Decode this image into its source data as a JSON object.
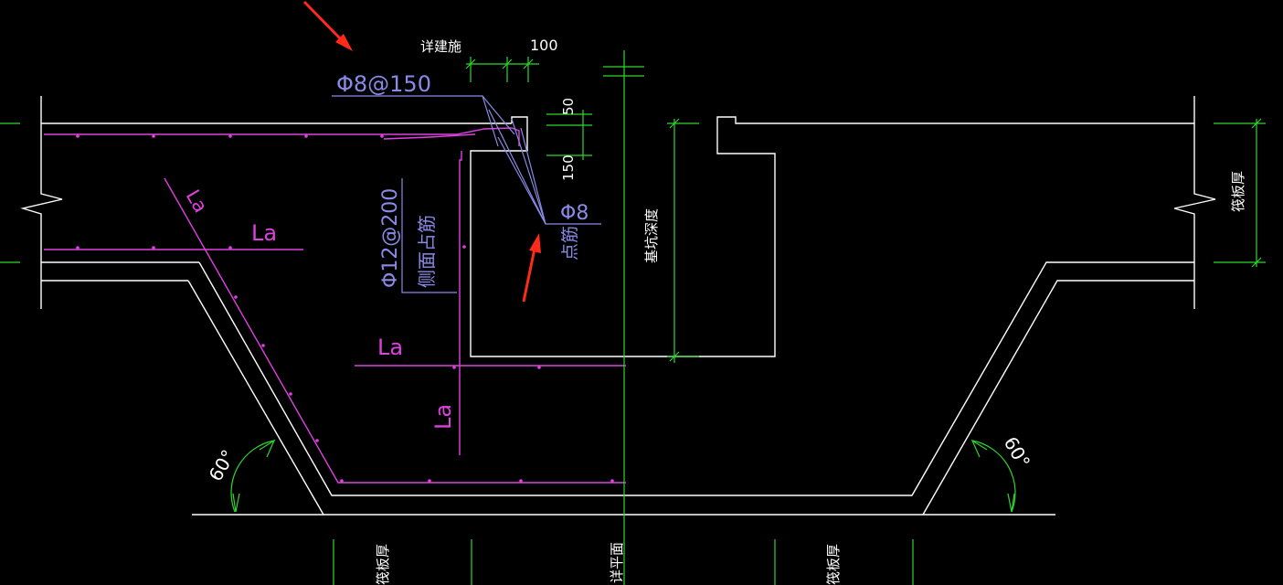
{
  "labels": {
    "see_arch": "详建施",
    "dim_100": "100",
    "rebar_top": "Φ8@150",
    "dim_50": "50",
    "dim_150": "150",
    "rebar_side_1": "Φ12@200",
    "rebar_side_2": "侧面占筋",
    "rebar_dot_1": "Φ8",
    "rebar_dot_2": "点筋",
    "pit_depth": "基坑深度",
    "raft_thickness_right": "筏板厚",
    "la_diag": "La",
    "la_1": "La",
    "la_2": "La",
    "la_vert": "La",
    "angle_left": "60°",
    "angle_right": "60°",
    "bottom_left": "筏板厚",
    "bottom_mid": "详平面",
    "bottom_right": "筏板厚"
  },
  "colors": {
    "background": "#000000",
    "concrete_outline": "#ffffff",
    "rebar": "#e040e0",
    "dimension": "#2fd62f",
    "annotation": "#8a8ae6",
    "arrow": "#ff2a1a"
  }
}
